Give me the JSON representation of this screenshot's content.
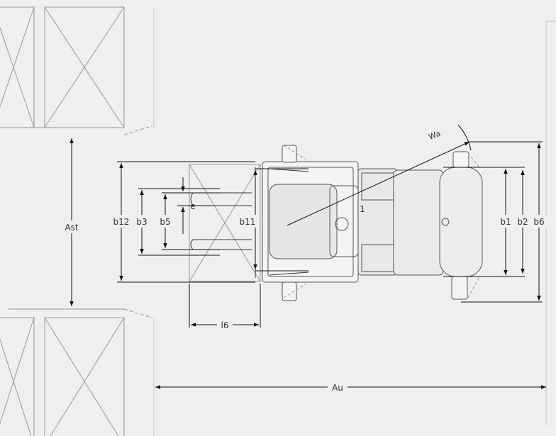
{
  "diagram": {
    "background": "#efefef",
    "line_color": "#111111",
    "ghost_line_color": "#9a9a9a",
    "labels": {
      "ast": "Ast",
      "b12": "b12",
      "b3": "b3",
      "b5": "b5",
      "e": "e",
      "b11": "b11",
      "l6": "l6",
      "wa": "Wa",
      "b1": "b1",
      "b2": "b2",
      "b6": "b6",
      "au": "Au",
      "one": "1"
    }
  }
}
